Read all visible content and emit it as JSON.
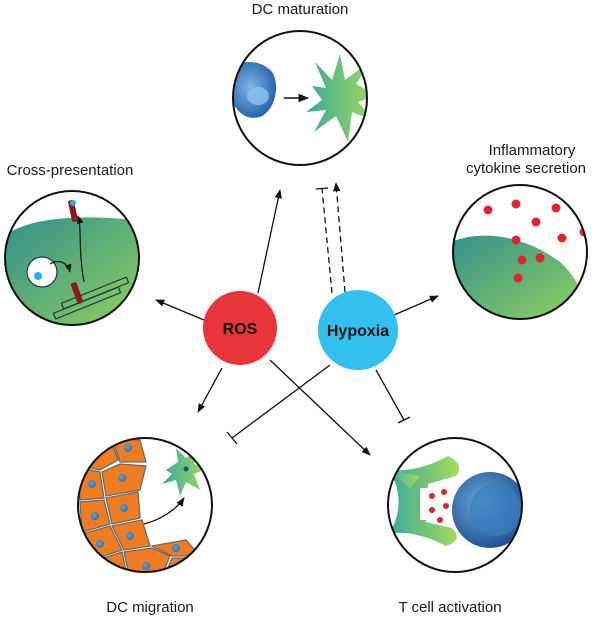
{
  "nodes": {
    "ros": {
      "label": "ROS",
      "color": "#e8353a"
    },
    "hypoxia": {
      "label": "Hypoxia",
      "color": "#33c0ee"
    }
  },
  "panels": {
    "dc_maturation": {
      "title": "DC maturation"
    },
    "cross_presentation": {
      "title": "Cross-presentation"
    },
    "inflammatory": {
      "title_line1": "Inflammatory",
      "title_line2": "cytokine secretion"
    },
    "dc_migration": {
      "title": "DC migration"
    },
    "t_cell_activation": {
      "title": "T cell activation"
    }
  },
  "colors": {
    "cell_teal": "#3aa89a",
    "cell_green": "#8fd160",
    "tissue_orange": "#f07c22",
    "nucleus_blue": "#2a6fb5",
    "cytokine_red": "#e0262c",
    "vesicle_dark_red": "#8b1a1a"
  },
  "icons": [
    "dc-immature-cell-icon",
    "dc-mature-cell-icon",
    "t-cell-icon",
    "cytokine-dot-icon",
    "phagosome-icon",
    "endoplasmic-reticulum-icon"
  ]
}
